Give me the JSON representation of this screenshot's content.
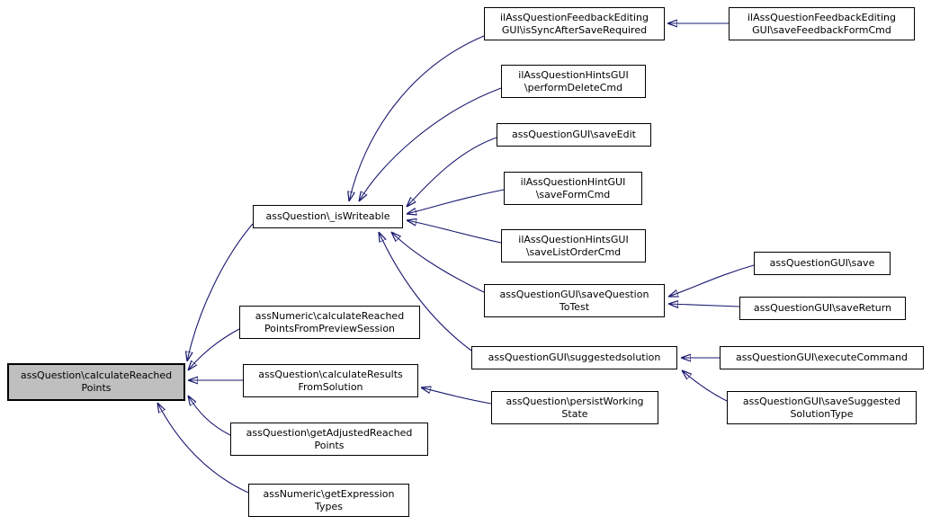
{
  "diagram": {
    "type": "call-graph",
    "edge_color": "#191970",
    "highlight_color": "#bfbfbf",
    "nodes": {
      "calculateReachedPoints": {
        "label": "assQuestion\\calculateReached\nPoints",
        "highlighted": true
      },
      "isWriteable": {
        "label": "assQuestion\\_isWriteable",
        "highlighted": false
      },
      "isSyncAfterSaveRequired": {
        "label": "ilAssQuestionFeedbackEditing\nGUI\\isSyncAfterSaveRequired",
        "highlighted": false
      },
      "saveFeedbackFormCmd": {
        "label": "ilAssQuestionFeedbackEditing\nGUI\\saveFeedbackFormCmd",
        "highlighted": false
      },
      "performDeleteCmd": {
        "label": "ilAssQuestionHintsGUI\n\\performDeleteCmd",
        "highlighted": false
      },
      "saveEdit": {
        "label": "assQuestionGUI\\saveEdit",
        "highlighted": false
      },
      "saveFormCmd": {
        "label": "ilAssQuestionHintGUI\n\\saveFormCmd",
        "highlighted": false
      },
      "saveListOrderCmd": {
        "label": "ilAssQuestionHintsGUI\n\\saveListOrderCmd",
        "highlighted": false
      },
      "saveQuestionToTest": {
        "label": "assQuestionGUI\\saveQuestion\nToTest",
        "highlighted": false
      },
      "save": {
        "label": "assQuestionGUI\\save",
        "highlighted": false
      },
      "saveReturn": {
        "label": "assQuestionGUI\\saveReturn",
        "highlighted": false
      },
      "suggestedsolution": {
        "label": "assQuestionGUI\\suggestedsolution",
        "highlighted": false
      },
      "executeCommand": {
        "label": "assQuestionGUI\\executeCommand",
        "highlighted": false
      },
      "saveSuggestedSolutionType": {
        "label": "assQuestionGUI\\saveSuggested\nSolutionType",
        "highlighted": false
      },
      "calculateReachedPointsFromPreviewSession": {
        "label": "assNumeric\\calculateReached\nPointsFromPreviewSession",
        "highlighted": false
      },
      "calculateResultsFromSolution": {
        "label": "assQuestion\\calculateResults\nFromSolution",
        "highlighted": false
      },
      "persistWorkingState": {
        "label": "assQuestion\\persistWorking\nState",
        "highlighted": false
      },
      "getAdjustedReachedPoints": {
        "label": "assQuestion\\getAdjustedReached\nPoints",
        "highlighted": false
      },
      "getExpressionTypes": {
        "label": "assNumeric\\getExpression\nTypes",
        "highlighted": false
      }
    },
    "edges": [
      {
        "from": "saveFeedbackFormCmd",
        "to": "isSyncAfterSaveRequired"
      },
      {
        "from": "isSyncAfterSaveRequired",
        "to": "isWriteable"
      },
      {
        "from": "performDeleteCmd",
        "to": "isWriteable"
      },
      {
        "from": "saveEdit",
        "to": "isWriteable"
      },
      {
        "from": "saveFormCmd",
        "to": "isWriteable"
      },
      {
        "from": "saveListOrderCmd",
        "to": "isWriteable"
      },
      {
        "from": "saveQuestionToTest",
        "to": "isWriteable"
      },
      {
        "from": "suggestedsolution",
        "to": "isWriteable"
      },
      {
        "from": "save",
        "to": "saveQuestionToTest"
      },
      {
        "from": "saveReturn",
        "to": "saveQuestionToTest"
      },
      {
        "from": "executeCommand",
        "to": "suggestedsolution"
      },
      {
        "from": "saveSuggestedSolutionType",
        "to": "suggestedsolution"
      },
      {
        "from": "isWriteable",
        "to": "calculateReachedPoints"
      },
      {
        "from": "calculateReachedPointsFromPreviewSession",
        "to": "calculateReachedPoints"
      },
      {
        "from": "calculateResultsFromSolution",
        "to": "calculateReachedPoints"
      },
      {
        "from": "persistWorkingState",
        "to": "calculateResultsFromSolution"
      },
      {
        "from": "getAdjustedReachedPoints",
        "to": "calculateReachedPoints"
      },
      {
        "from": "getExpressionTypes",
        "to": "calculateReachedPoints"
      }
    ]
  }
}
